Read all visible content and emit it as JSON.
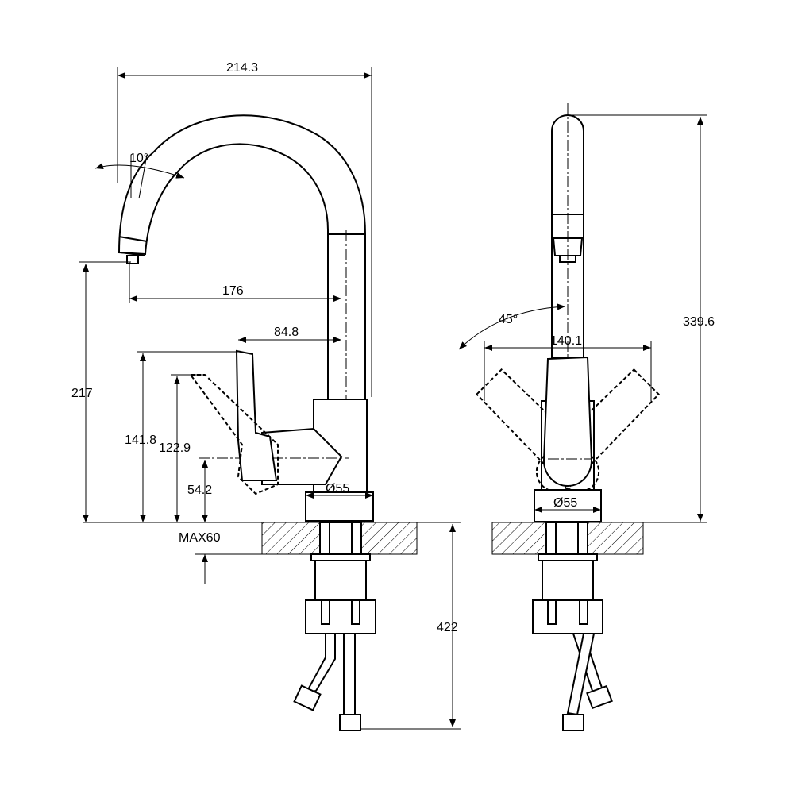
{
  "title": "Kitchen faucet dimension drawing",
  "side_view": {
    "dims": {
      "overall_reach": "214.3",
      "spout_angle": "10°",
      "spout_reach": "176",
      "lever_reach": "84.8",
      "spout_height": "217",
      "lever_top_height": "141.8",
      "lever_height": "122.9",
      "body_height": "54.2",
      "base_diameter": "Ø55",
      "max_counter": "MAX60",
      "hose_length": "422"
    }
  },
  "front_view": {
    "dims": {
      "overall_height": "339.6",
      "lever_rotation": "45°",
      "lever_span": "140.1",
      "base_diameter": "Ø55"
    }
  },
  "colors": {
    "line": "#000000",
    "background": "#ffffff"
  }
}
